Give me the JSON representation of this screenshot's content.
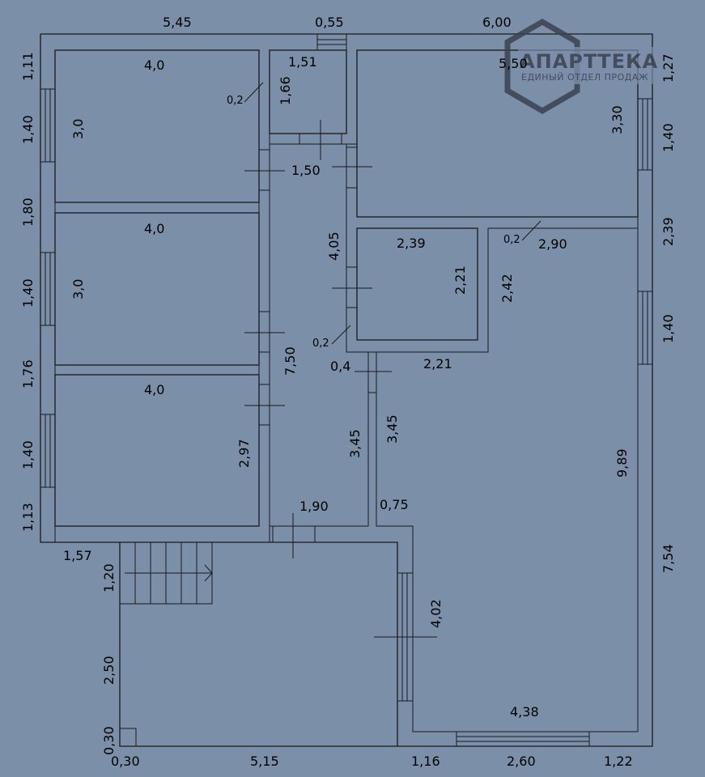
{
  "brand": {
    "name": "АПАРТТЕКА",
    "tagline": "ЕДИНЫЙ ОТДЕЛ ПРОДАЖ"
  },
  "dimensions": {
    "top_left_width": "5,45",
    "top_door": "0,55",
    "top_right_width": "6,00",
    "left_1_11": "1,11",
    "left_1_40_a": "1,40",
    "left_1_80": "1,80",
    "left_1_40_b": "1,40",
    "left_1_76": "1,76",
    "left_1_40_c": "1,40",
    "left_1_13": "1,13",
    "room1_width": "4,0",
    "room1_depth": "3,0",
    "room2_width": "4,0",
    "room2_depth": "3,0",
    "room3_width": "4,0",
    "room3_depth": "2,97",
    "wall_02_a": "0,2",
    "bath_width": "1,51",
    "bath_depth": "1,66",
    "corridor_1_50": "1,50",
    "corridor_4_05": "4,05",
    "corridor_7_50": "7,50",
    "wall_02_b": "0,2",
    "wall_04": "0,4",
    "big_room_width": "5,50",
    "big_room_depth": "3,30",
    "right_1_27": "1,27",
    "right_1_40_a": "1,40",
    "right_2_39": "2,39",
    "right_1_40_b": "1,40",
    "right_7_54": "7,54",
    "small_room_width": "2,39",
    "small_room_depth": "2,21",
    "wall_02_c": "0,2",
    "hall_width": "2,90",
    "hall_2_42": "2,42",
    "hall_2_21": "2,21",
    "hall_9_89": "9,89",
    "partition_3_45_a": "3,45",
    "partition_3_45_b": "3,45",
    "lower_1_90": "1,90",
    "lower_0_75": "0,75",
    "stairs_1_57": "1,57",
    "stairs_1_20": "1,20",
    "lower_2_50": "2,50",
    "lower_0_30": "0,30",
    "lower_4_02": "4,02",
    "lower_4_38": "4,38",
    "bottom_0_30": "0,30",
    "bottom_5_15": "5,15",
    "bottom_1_16": "1,16",
    "bottom_2_60": "2,60",
    "bottom_1_22": "1,22"
  },
  "colors": {
    "background": "#7c8fa9",
    "lines": "#1a1a1a",
    "logo": "#3a4250"
  }
}
